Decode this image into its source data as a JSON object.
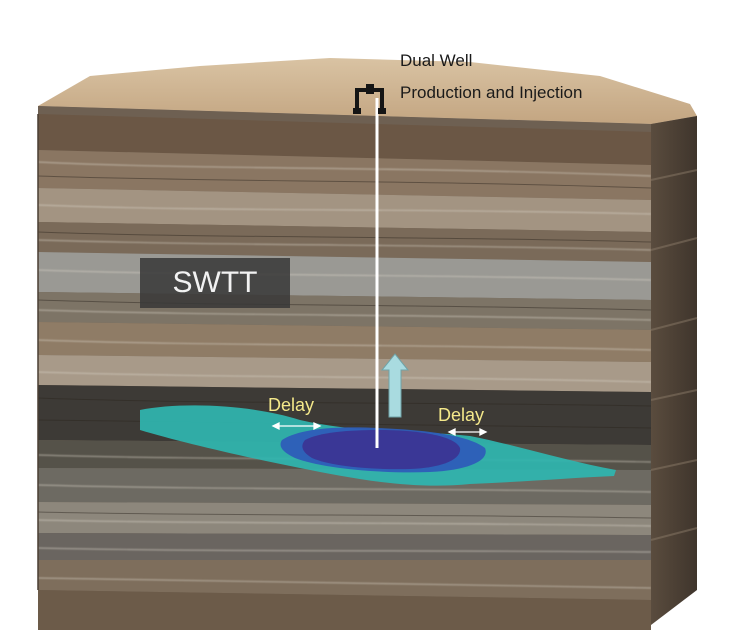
{
  "labels": {
    "title_line1": "Dual Well",
    "title_line2": "Production and Injection",
    "method": "SWTT",
    "delay_left": "Delay",
    "delay_right": "Delay"
  },
  "colors": {
    "surface": "#cbb08c",
    "reservoir_outer": "#2fb6b0",
    "reservoir_mid": "#2e5db8",
    "reservoir_core": "#3a3796",
    "well": "#ffffff",
    "arrow": "#a9dbe0",
    "delay_text": "#f4e88a",
    "swtt_box": "#373737"
  },
  "icons": [
    "wellhead-icon",
    "upward-flow-arrow-icon",
    "double-headed-arrow-icon"
  ]
}
